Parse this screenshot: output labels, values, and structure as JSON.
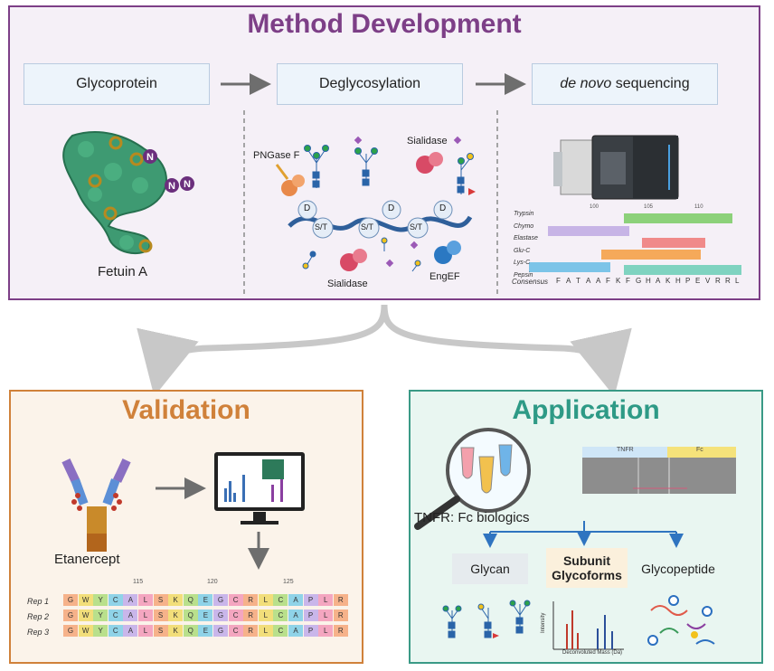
{
  "method": {
    "title": "Method Development",
    "title_color": "#7d3f87",
    "steps": {
      "glycoprotein": "Glycoprotein",
      "deglycosylation": "Deglycosylation",
      "denovo_italic": "de novo",
      "denovo_rest": " sequencing"
    },
    "protein_label": "Fetuin A",
    "protein_marker": "N",
    "enzymes": {
      "pngase": "PNGase F",
      "sialidase_top": "Sialidase",
      "sialidase_bottom": "Sialidase",
      "engef": "EngEF"
    },
    "site_d": "D",
    "site_st": "S/T",
    "ladder": {
      "rows": [
        "Trypsin",
        "Chymo",
        "Elastase",
        "Glu-C",
        "Lys-C",
        "Pepsin"
      ],
      "consensus_label": "Consensus",
      "consensus_seq": [
        "F",
        "A",
        "T",
        "A",
        "A",
        "F",
        "K",
        "F",
        "G",
        "H",
        "A",
        "K",
        "H",
        "P",
        "E",
        "V",
        "R",
        "R",
        "L"
      ],
      "ticks": [
        "100",
        "105",
        "110"
      ]
    }
  },
  "validation": {
    "title": "Validation",
    "title_color": "#d0813a",
    "antibody_label": "Etanercept",
    "ticks": [
      "115",
      "120",
      "125"
    ],
    "reps": [
      "Rep 1",
      "Rep 2",
      "Rep 3"
    ],
    "sequence": [
      "G",
      "W",
      "Y",
      "C",
      "A",
      "L",
      "S",
      "K",
      "Q",
      "E",
      "G",
      "C",
      "R",
      "L",
      "C",
      "A",
      "P",
      "L",
      "R"
    ]
  },
  "application": {
    "title": "Application",
    "title_color": "#2e9a86",
    "biologic_label": "TNFR: Fc biologics",
    "domain_tnfr": "TNFR",
    "domain_fc": "Fc",
    "outputs": {
      "glycan": "Glycan",
      "subunit_line1": "Subunit",
      "subunit_line2": "Glycoforms",
      "glycopeptide": "Glycopeptide"
    },
    "spectrum_xlabel": "Deconvoluted Mass (Da)",
    "spectrum_ylabel": "Intensity"
  }
}
